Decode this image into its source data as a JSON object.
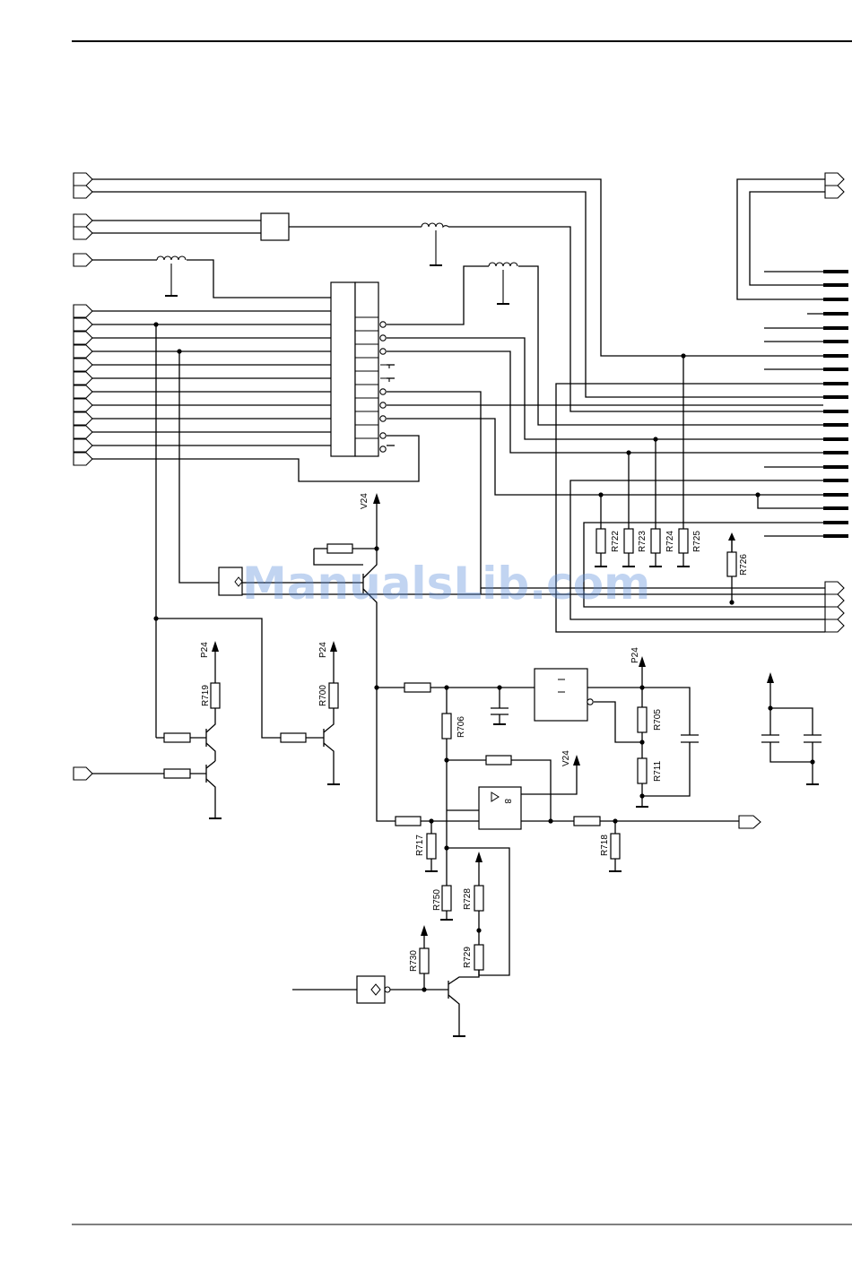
{
  "labels": {
    "V24_top": "V24",
    "V24_mid": "V24",
    "P24_a": "P24",
    "P24_b": "P24",
    "P24_c": "P24",
    "R700": "R700",
    "R705": "R705",
    "R706": "R706",
    "R711": "R711",
    "R717": "R717",
    "R718": "R718",
    "R719": "R719",
    "R722": "R722",
    "R723": "R723",
    "R724": "R724",
    "R725": "R725",
    "R726": "R726",
    "R728": "R728",
    "R729": "R729",
    "R730": "R730",
    "R750": "R750",
    "opamp_pin": "8",
    "watermark": "ManualsLib.com"
  }
}
